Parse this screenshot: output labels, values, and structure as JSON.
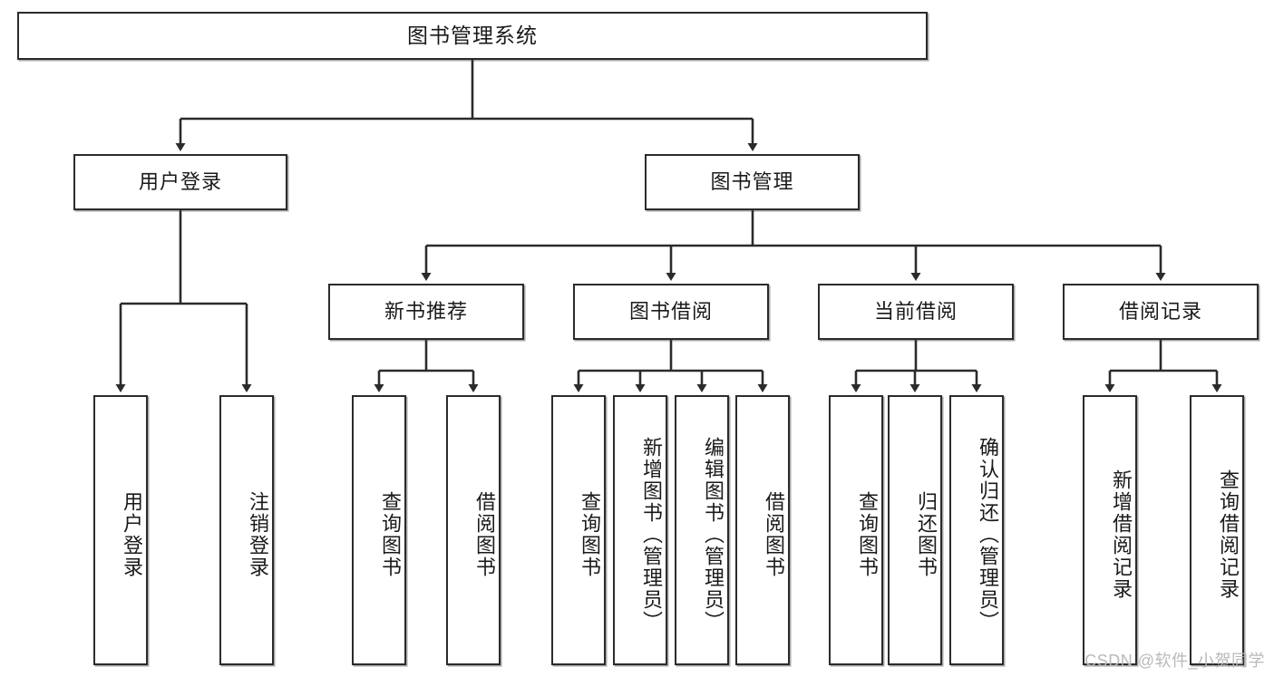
{
  "diagram": {
    "title_node": "图书管理系统",
    "level2": [
      {
        "label": "用户登录"
      },
      {
        "label": "图书管理"
      }
    ],
    "level3": [
      {
        "label": "新书推荐"
      },
      {
        "label": "图书借阅"
      },
      {
        "label": "当前借阅"
      },
      {
        "label": "借阅记录"
      }
    ],
    "leaves": {
      "user_login": [
        {
          "label": "用户登录"
        },
        {
          "label": "注销登录"
        }
      ],
      "new_book_recommend": [
        {
          "label": "查询图书"
        },
        {
          "label": "借阅图书"
        }
      ],
      "book_borrow": [
        {
          "label": "查询图书"
        },
        {
          "label": "新增图书（管理员）"
        },
        {
          "label": "编辑图书（管理员）"
        },
        {
          "label": "借阅图书"
        }
      ],
      "current_borrow": [
        {
          "label": "查询图书"
        },
        {
          "label": "归还图书"
        },
        {
          "label": "确认归还（管理员）"
        }
      ],
      "borrow_records": [
        {
          "label": "新增借阅记录"
        },
        {
          "label": "查询借阅记录"
        }
      ]
    }
  },
  "watermark": "CSDN @软件_小贺同学",
  "colors": {
    "line": "#2b2b2b",
    "box_border": "#2b2b2b",
    "background": "#ffffff",
    "text": "#1a1a1a",
    "watermark": "#b9b9b9"
  }
}
